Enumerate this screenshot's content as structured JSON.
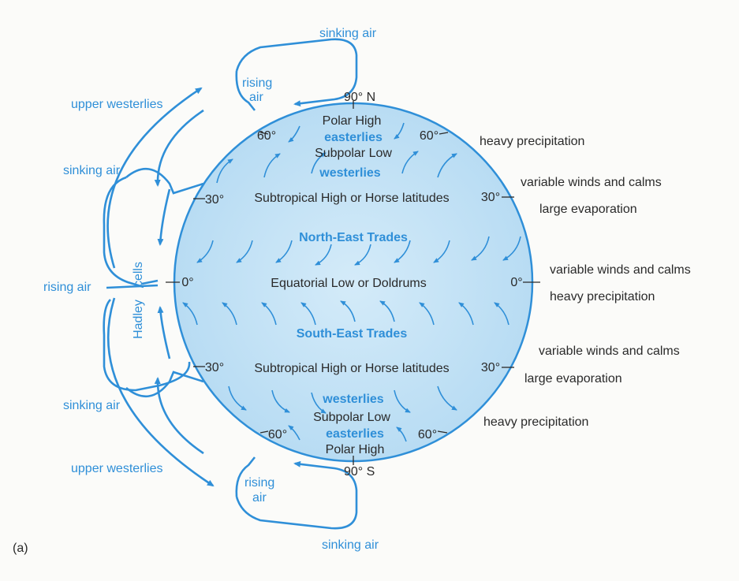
{
  "diagram": {
    "panel_label": "(a)",
    "poles": {
      "north": "90° N",
      "south": "90° S"
    },
    "latitude_ticks": {
      "sixty": "60°",
      "thirty": "30°",
      "zero": "0°"
    },
    "zones": {
      "polar_high_n": "Polar High",
      "easterlies_n": "easterlies",
      "subpolar_low_n": "Subpolar Low",
      "westerlies_n": "westerlies",
      "subtropical_n": "Subtropical High or Horse latitudes",
      "ne_trades": "North-East Trades",
      "equatorial": "Equatorial Low or Doldrums",
      "se_trades": "South-East Trades",
      "subtropical_s": "Subtropical High or Horse latitudes",
      "westerlies_s": "westerlies",
      "subpolar_low_s": "Subpolar Low",
      "easterlies_s": "easterlies",
      "polar_high_s": "Polar High"
    },
    "left_labels": {
      "sinking_air_top": "sinking air",
      "rising_air_n": "rising",
      "rising_air_n2": "air",
      "upper_westerlies_n": "upper westerlies",
      "sinking_air_n": "sinking air",
      "cells": "cells",
      "hadley": "Hadley",
      "rising_air_eq": "rising air",
      "sinking_air_s": "sinking air",
      "upper_westerlies_s": "upper westerlies",
      "rising_air_s": "rising",
      "rising_air_s2": "air",
      "sinking_air_bottom": "sinking air"
    },
    "right_labels": {
      "heavy_precip_n": "heavy precipitation",
      "variable_n": "variable winds and calms",
      "evap_n": "large evaporation",
      "variable_eq": "variable winds and calms",
      "heavy_precip_eq": "heavy precipitation",
      "variable_s": "variable winds and calms",
      "evap_s": "large evaporation",
      "heavy_precip_s": "heavy precipitation"
    },
    "colors": {
      "ocean": "#c9e4f6",
      "accent": "#2f8fd8",
      "text": "#2a2a2a"
    }
  }
}
